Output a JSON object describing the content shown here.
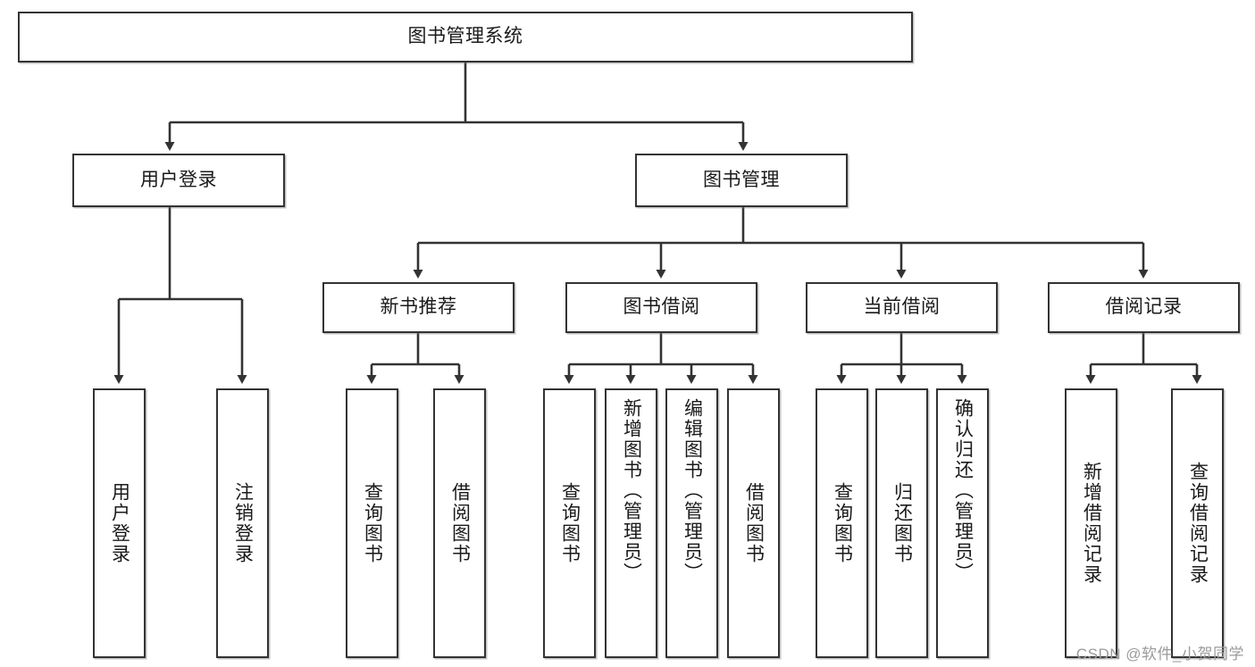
{
  "diagram": {
    "title": "图书管理系统",
    "type": "hierarchy-tree",
    "background_color": "#ffffff",
    "line_color": "#333333",
    "box_border_color": "#333333",
    "box_fill_color": "#ffffff",
    "text_color": "#1a1a1a"
  },
  "root": {
    "label": "图书管理系统"
  },
  "level2": [
    {
      "label": "用户登录"
    },
    {
      "label": "图书管理"
    }
  ],
  "level3": [
    {
      "label": "新书推荐"
    },
    {
      "label": "图书借阅"
    },
    {
      "label": "当前借阅"
    },
    {
      "label": "借阅记录"
    }
  ],
  "leaves": {
    "user_login": [
      {
        "label": "用户登录"
      },
      {
        "label": "注销登录"
      }
    ],
    "new_book_recommend": [
      {
        "label": "查询图书"
      },
      {
        "label": "借阅图书"
      }
    ],
    "book_borrow": [
      {
        "label": "查询图书"
      },
      {
        "label": "新增图书（管理员）"
      },
      {
        "label": "编辑图书（管理员）"
      },
      {
        "label": "借阅图书"
      }
    ],
    "current_borrow": [
      {
        "label": "查询图书"
      },
      {
        "label": "归还图书"
      },
      {
        "label": "确认归还（管理员）"
      }
    ],
    "borrow_record": [
      {
        "label": "新增借阅记录"
      },
      {
        "label": "查询借阅记录"
      }
    ]
  },
  "watermark": {
    "text": "CSDN @软件_小贺同学"
  }
}
